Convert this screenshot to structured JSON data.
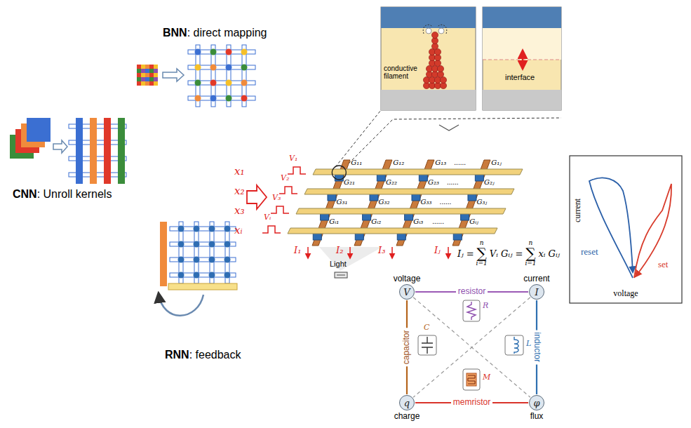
{
  "diagram": {
    "nodes": [
      {
        "text": [
          "voltage",
          "V"
        ]
      },
      {
        "text": [
          "current",
          "I"
        ]
      },
      {
        "text": [
          "charge",
          "q"
        ]
      },
      {
        "text": [
          "flux",
          "φ"
        ]
      }
    ],
    "edges": [
      {
        "from": 0,
        "to": 1,
        "arrow": "none",
        "label": "resistor"
      },
      {
        "from": 0,
        "to": 2,
        "arrow": "none",
        "label": "capacitor"
      },
      {
        "from": 1,
        "to": 3,
        "arrow": "none",
        "label": "inductor"
      },
      {
        "from": 2,
        "to": 3,
        "arrow": "none",
        "label": "memristor"
      },
      {
        "from": 0,
        "to": 3,
        "arrow": "none"
      },
      {
        "from": 1,
        "to": 2,
        "arrow": "none"
      }
    ],
    "labels": [
      "BNN",
      ": direct mapping",
      "CNN",
      ": Unroll kernels",
      "RNN",
      ": feedback",
      "x₁",
      "x₂",
      "x₃",
      "xᵢ",
      "V₁",
      "V₂",
      "V₃",
      "Vᵢ",
      "G₁₁",
      "G₁₂",
      "G₁₃",
      "......",
      "G₁ⱼ",
      "G₂₁",
      "G₂₂",
      "G₂₃",
      "......",
      "G₂ⱼ",
      "G₃₁",
      "G₃₂",
      "G₃₃",
      "......",
      "G₃ⱼ",
      "Gᵢ₁",
      "Gᵢ₂",
      "Gᵢ₃",
      "......",
      "Gᵢⱼ",
      "I₁",
      "I₂",
      "I₃",
      "Iⱼ",
      "Light",
      "Iⱼ =",
      "n",
      "∑",
      "i=1",
      "Vᵢ Gᵢⱼ =",
      "n",
      "∑",
      "i=1",
      "xᵢ Gᵢⱼ",
      "conductive filament",
      "interface",
      "current",
      "voltage",
      "reset",
      "set",
      "R",
      "C",
      "L",
      "M"
    ]
  }
}
